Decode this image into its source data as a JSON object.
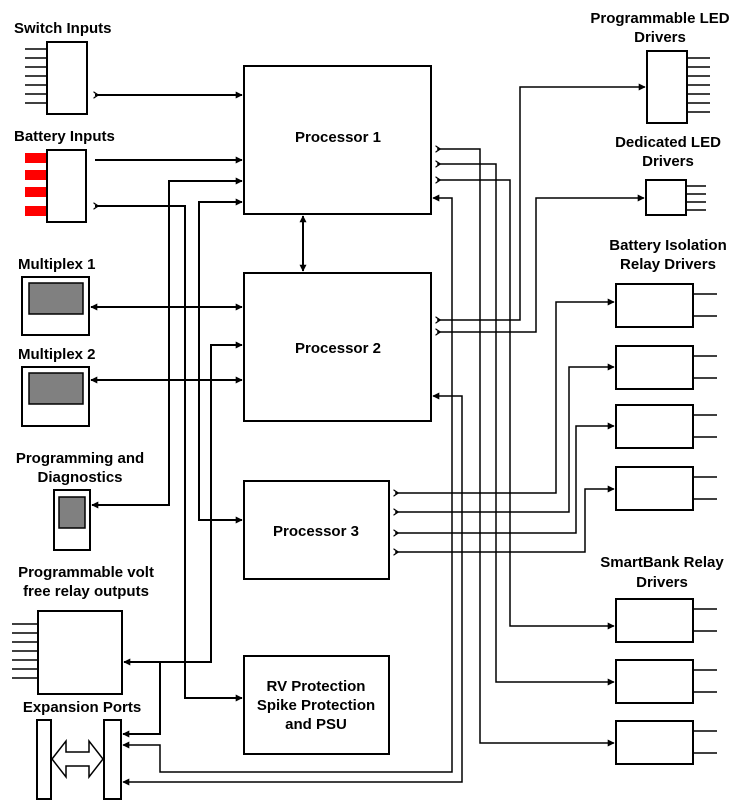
{
  "labels": {
    "switch_inputs": "Switch Inputs",
    "battery_inputs": "Battery Inputs",
    "multiplex_1": "Multiplex 1",
    "multiplex_2": "Multiplex 2",
    "prog_diag_line1": "Programming and",
    "prog_diag_line2": "Diagnostics",
    "volt_free_line1": "Programmable volt",
    "volt_free_line2": "free relay outputs",
    "expansion_ports": "Expansion Ports",
    "prog_led_line1": "Programmable LED",
    "prog_led_line2": "Drivers",
    "ded_led_line1": "Dedicated LED",
    "ded_led_line2": "Drivers",
    "batt_iso_line1": "Battery Isolation",
    "batt_iso_line2": "Relay Drivers",
    "smartbank_line1": "SmartBank Relay",
    "smartbank_line2": "Drivers"
  },
  "processors": {
    "p1": "Processor 1",
    "p2": "Processor 2",
    "p3": "Processor 3",
    "psu_line1": "RV Protection",
    "psu_line2": "Spike Protection",
    "psu_line3": "and PSU"
  },
  "colors": {
    "line": "#000000",
    "battery_terminal": "#ff0000",
    "screen": "#808080"
  }
}
